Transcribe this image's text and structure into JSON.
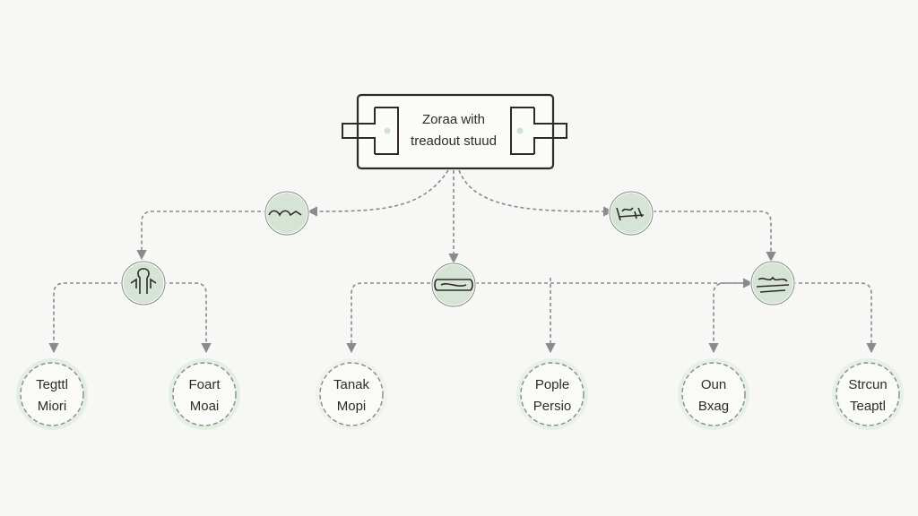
{
  "colors": {
    "background": "#f7f8f6",
    "stroke": "#2f2a28",
    "connector": "#8a8a8a",
    "node_fill": "#d6e4d6",
    "leaf_halo": "#dcebdc",
    "accent_dot": "#cfe3cf"
  },
  "root": {
    "line1": "Zoraa with",
    "line2": "treadout stuud"
  },
  "hubs": [
    {
      "id": "hub-upper-left",
      "icon": "scribble-icon"
    },
    {
      "id": "hub-upper-right",
      "icon": "scribble-icon"
    },
    {
      "id": "hub-mid-left",
      "icon": "figure-icon"
    },
    {
      "id": "hub-mid-center",
      "icon": "capsule-icon"
    },
    {
      "id": "hub-mid-right",
      "icon": "scribble-icon"
    }
  ],
  "leaves": [
    {
      "line1": "Tegttl",
      "line2": "Miori"
    },
    {
      "line1": "Foart",
      "line2": "Moai"
    },
    {
      "line1": "Tanak",
      "line2": "Mopi"
    },
    {
      "line1": "Pople",
      "line2": "Persio"
    },
    {
      "line1": "Oun",
      "line2": "Bxag"
    },
    {
      "line1": "Strcun",
      "line2": "Teaptl"
    }
  ]
}
